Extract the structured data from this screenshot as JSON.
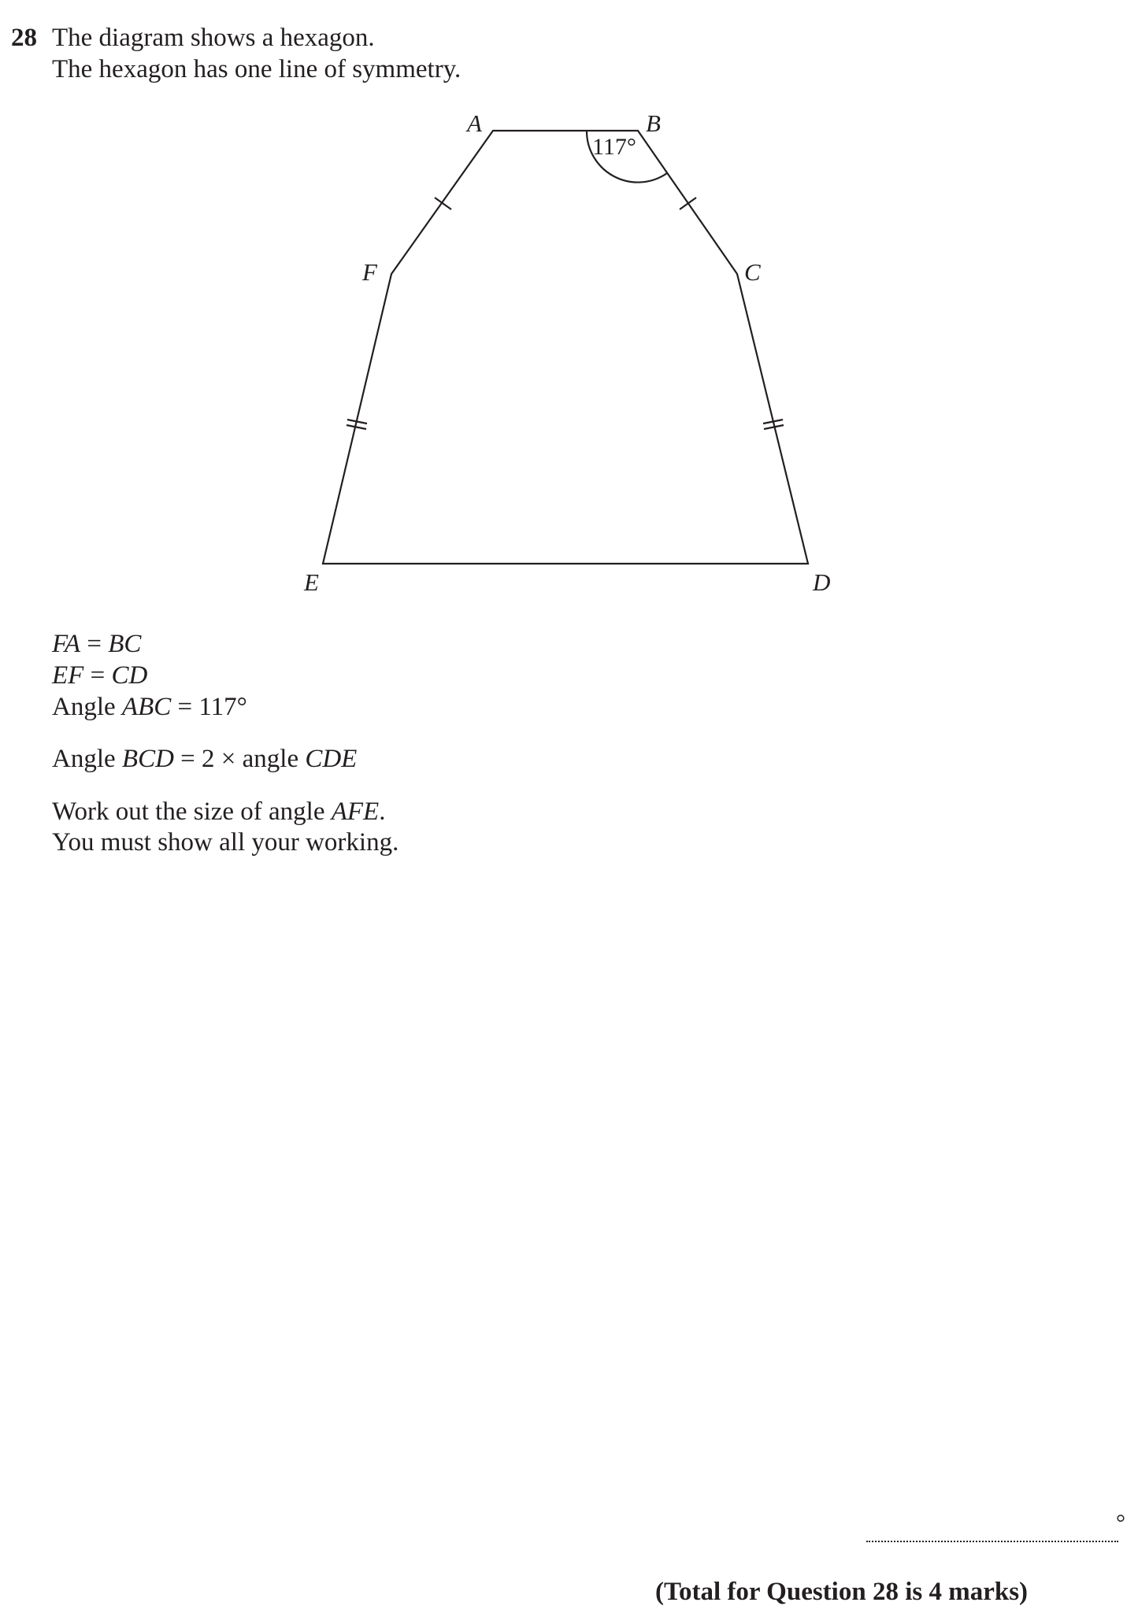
{
  "question": {
    "number": "28",
    "intro_line1": "The diagram shows a hexagon.",
    "intro_line2": "The hexagon has one line of symmetry."
  },
  "diagram": {
    "vertex_labels": {
      "A": "A",
      "B": "B",
      "C": "C",
      "D": "D",
      "E": "E",
      "F": "F"
    },
    "angle_label": "117°"
  },
  "given": {
    "fa_bc": {
      "lhs": "FA",
      "eq": " = ",
      "rhs": "BC"
    },
    "ef_cd": {
      "lhs": "EF",
      "eq": " = ",
      "rhs": "CD"
    },
    "abc": {
      "prefix": "Angle ",
      "name": "ABC",
      "suffix": " = 117°"
    },
    "bcd": {
      "prefix": "Angle ",
      "name": "BCD",
      "middle": " = 2 × angle ",
      "name2": "CDE"
    }
  },
  "task": {
    "line1_prefix": "Work out the size of angle ",
    "line1_angle": "AFE",
    "line1_suffix": ".",
    "line2": "You must show all your working."
  },
  "answer": {
    "unit": "°"
  },
  "total": "(Total for Question 28 is 4 marks)"
}
